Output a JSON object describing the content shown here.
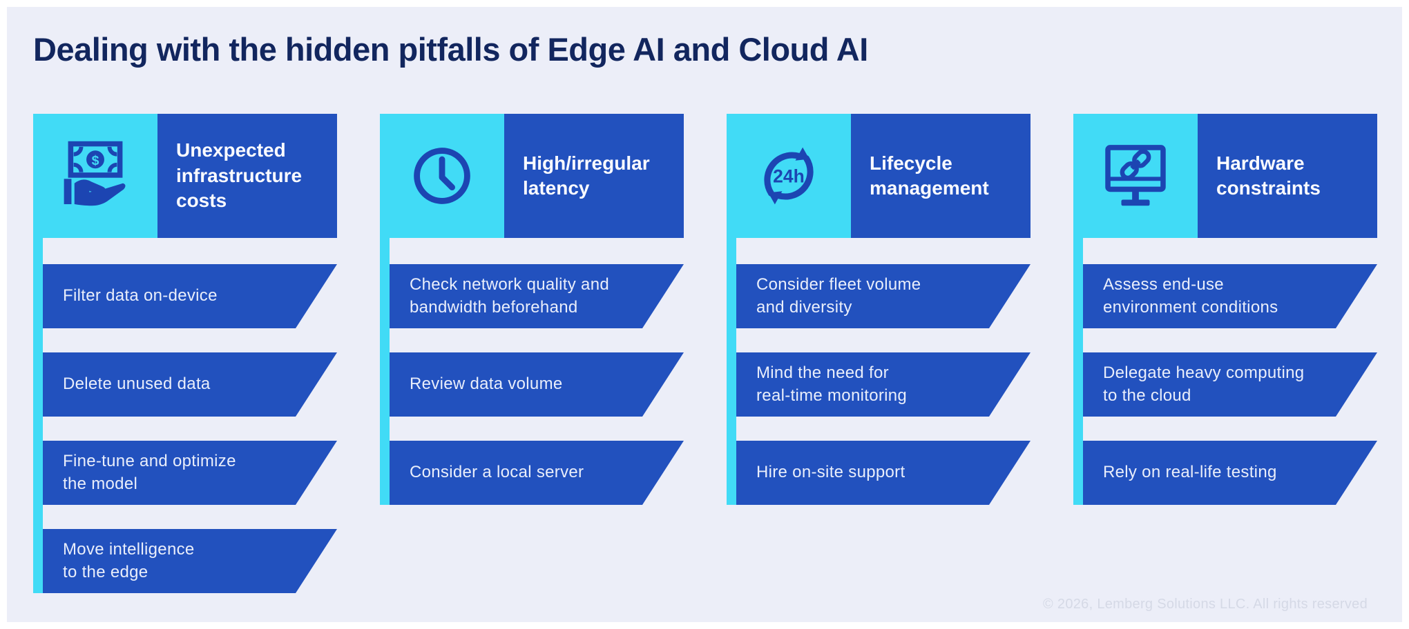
{
  "page": {
    "title": "Dealing with the hidden pitfalls of Edge AI and Cloud AI",
    "footer": "© 2026, Lemberg Solutions LLC. All rights reserved"
  },
  "colors": {
    "background": "#ECEEF8",
    "frame": "#FFFFFF",
    "block_blue": "#2251BE",
    "accent_cyan": "#41DBF6",
    "icon_blue": "#1C45B2",
    "title_navy": "#12265E",
    "item_text": "#E9EEFB",
    "footer_text": "#D5D9E6"
  },
  "columns": [
    {
      "id": "unexpected-infrastructure-costs",
      "icon": "money-hand-icon",
      "icon_label": "$",
      "title": "Unexpected\ninfrastructure\ncosts",
      "items": [
        "Filter data on-device",
        "Delete unused data",
        "Fine-tune and optimize\nthe model",
        "Move intelligence\nto the edge"
      ]
    },
    {
      "id": "high-irregular-latency",
      "icon": "clock-icon",
      "title": "High/irregular\nlatency",
      "items": [
        "Check network quality and\nbandwidth beforehand",
        "Review data volume",
        "Consider a local server"
      ]
    },
    {
      "id": "lifecycle-management",
      "icon": "cycle-24h-icon",
      "icon_label": "24h",
      "title": "Lifecycle\nmanagement",
      "items": [
        "Consider fleet volume\nand diversity",
        "Mind the need for\nreal-time monitoring",
        "Hire on-site support"
      ]
    },
    {
      "id": "hardware-constraints",
      "icon": "monitor-link-icon",
      "title": "Hardware\nconstraints",
      "items": [
        "Assess end-use\nenvironment conditions",
        "Delegate heavy computing\nto the cloud",
        "Rely on real-life testing"
      ]
    }
  ]
}
